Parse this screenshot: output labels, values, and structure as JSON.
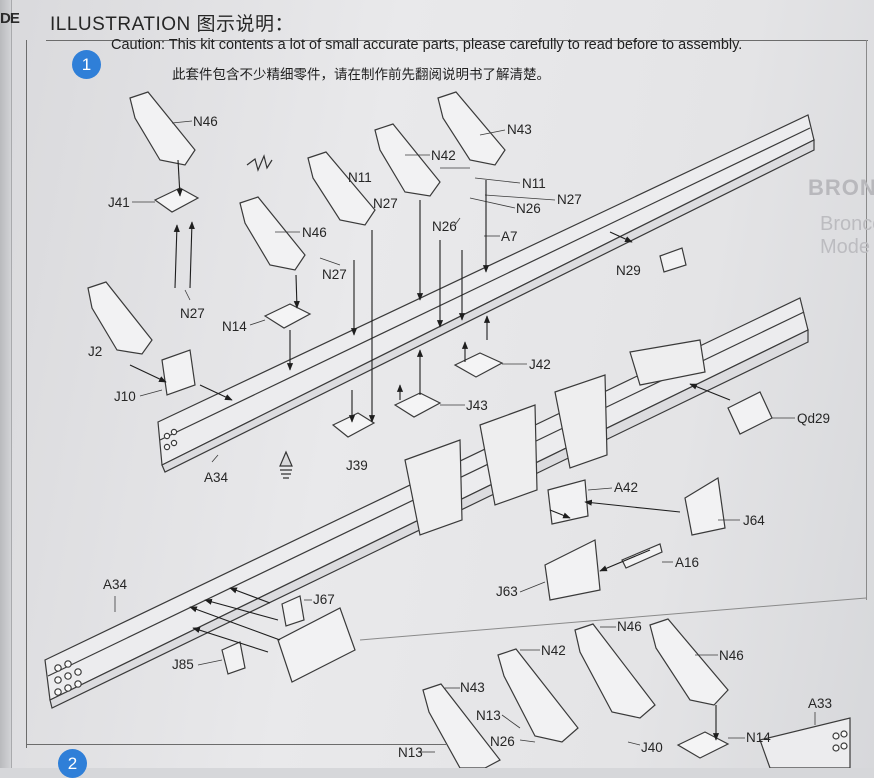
{
  "header": {
    "title": "ILLUSTRATION 图示说明：",
    "left_stub": "DE"
  },
  "step": {
    "number": "1",
    "next_number": "2"
  },
  "caution": {
    "english": "Caution: This kit contents a lot of small accurate parts, please carefully to read before to assembly.",
    "chinese": "此套件包含不少精细零件，请在制作前先翻阅说明书了解清楚。"
  },
  "watermark": {
    "brand": "BRON",
    "sub": "Bronco Mode"
  },
  "colors": {
    "badge": "#2f7fd8",
    "line": "#3a3a3a",
    "paper": "#e6e6e8"
  },
  "icons": {
    "glue": "glue-brush-icon",
    "cement": "cement-drop-icon"
  },
  "parts": [
    {
      "id": "n46-a",
      "text": "N46"
    },
    {
      "id": "n43-a",
      "text": "N43"
    },
    {
      "id": "n42-a",
      "text": "N42"
    },
    {
      "id": "n11-a",
      "text": "N11"
    },
    {
      "id": "n11-b",
      "text": "N11"
    },
    {
      "id": "n27-a",
      "text": "N27"
    },
    {
      "id": "n26-a",
      "text": "N26"
    },
    {
      "id": "n27-b",
      "text": "N27"
    },
    {
      "id": "n26-b",
      "text": "N26"
    },
    {
      "id": "a7",
      "text": "A7"
    },
    {
      "id": "j41",
      "text": "J41"
    },
    {
      "id": "n46-b",
      "text": "N46"
    },
    {
      "id": "n27-c",
      "text": "N27"
    },
    {
      "id": "n29",
      "text": "N29"
    },
    {
      "id": "n27-d",
      "text": "N27"
    },
    {
      "id": "n14-a",
      "text": "N14"
    },
    {
      "id": "j2",
      "text": "J2"
    },
    {
      "id": "j42",
      "text": "J42"
    },
    {
      "id": "j10",
      "text": "J10"
    },
    {
      "id": "j43",
      "text": "J43"
    },
    {
      "id": "qd29",
      "text": "Qd29"
    },
    {
      "id": "a34-a",
      "text": "A34"
    },
    {
      "id": "j39",
      "text": "J39"
    },
    {
      "id": "a42",
      "text": "A42"
    },
    {
      "id": "j64",
      "text": "J64"
    },
    {
      "id": "a16",
      "text": "A16"
    },
    {
      "id": "j63",
      "text": "J63"
    },
    {
      "id": "a34-b",
      "text": "A34"
    },
    {
      "id": "j67",
      "text": "J67"
    },
    {
      "id": "j85",
      "text": "J85"
    },
    {
      "id": "n46-c",
      "text": "N46"
    },
    {
      "id": "n42-b",
      "text": "N42"
    },
    {
      "id": "n46-d",
      "text": "N46"
    },
    {
      "id": "n43-b",
      "text": "N43"
    },
    {
      "id": "a33",
      "text": "A33"
    },
    {
      "id": "n13-a",
      "text": "N13"
    },
    {
      "id": "n26-c",
      "text": "N26"
    },
    {
      "id": "j40",
      "text": "J40"
    },
    {
      "id": "n14-b",
      "text": "N14"
    },
    {
      "id": "n13-b",
      "text": "N13"
    }
  ]
}
